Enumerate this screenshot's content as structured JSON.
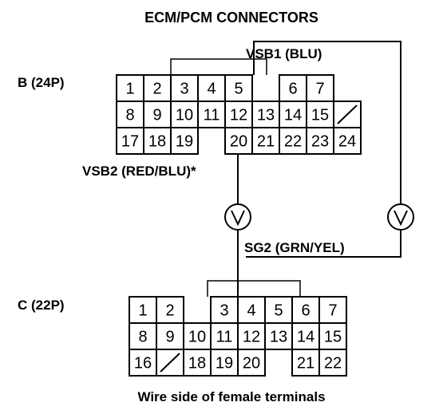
{
  "title": "ECM/PCM CONNECTORS",
  "footer": "Wire side of female terminals",
  "wires": {
    "vsb1": "VSB1 (BLU)",
    "vsb2": "VSB2 (RED/BLU)*",
    "sg2": "SG2 (GRN/YEL)"
  },
  "meters": [
    {
      "name": "voltmeter-left",
      "symbol": "V"
    },
    {
      "name": "voltmeter-right",
      "symbol": "V"
    }
  ],
  "connector_b": {
    "label": "B (24P)",
    "rows": [
      [
        "1",
        "2",
        "3",
        "4",
        "5",
        "",
        "6",
        "7"
      ],
      [
        "8",
        "9",
        "10",
        "11",
        "12",
        "13",
        "14",
        "15",
        "/"
      ],
      [
        "17",
        "18",
        "19",
        "",
        "20",
        "21",
        "22",
        "23",
        "24"
      ]
    ]
  },
  "connector_c": {
    "label": "C (22P)",
    "rows": [
      [
        "1",
        "2",
        "",
        "3",
        "4",
        "5",
        "6",
        "7"
      ],
      [
        "8",
        "9",
        "10",
        "11",
        "12",
        "13",
        "14",
        "15"
      ],
      [
        "16",
        "/",
        "18",
        "19",
        "20",
        "",
        "21",
        "22"
      ]
    ]
  }
}
